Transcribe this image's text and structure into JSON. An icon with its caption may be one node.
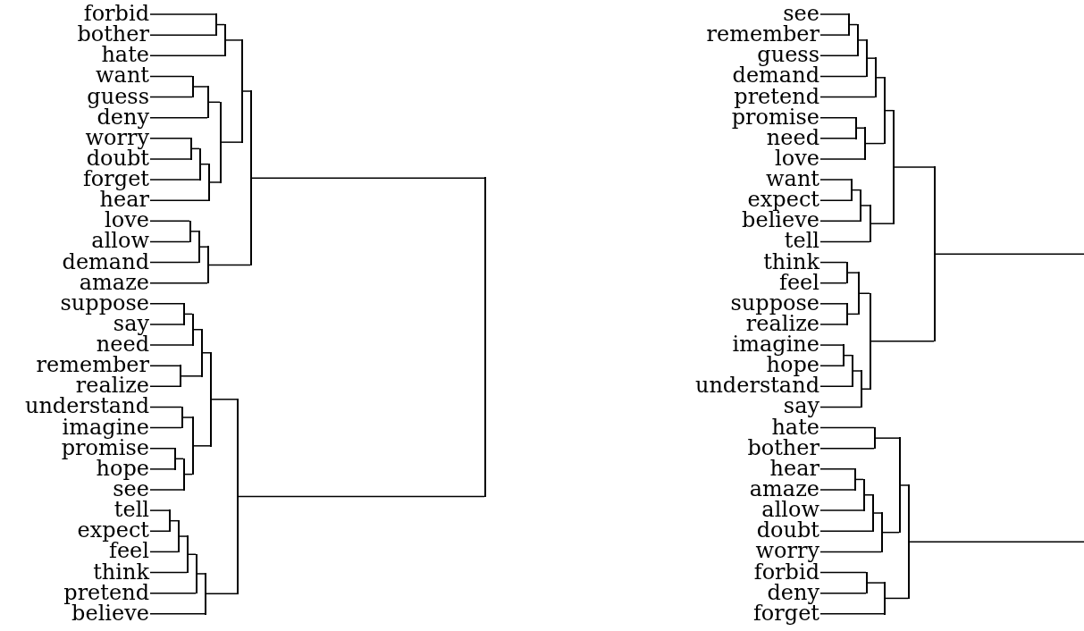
{
  "diagram": {
    "nodes": [
      {
        "text": [
          "forbid"
        ]
      },
      {
        "text": [
          "bother"
        ]
      },
      {
        "text": [
          "hate"
        ]
      },
      {
        "text": [
          "want"
        ]
      },
      {
        "text": [
          "guess"
        ]
      },
      {
        "text": [
          "deny"
        ]
      },
      {
        "text": [
          "worry"
        ]
      },
      {
        "text": [
          "doubt"
        ]
      },
      {
        "text": [
          "forget"
        ]
      },
      {
        "text": [
          "hear"
        ]
      },
      {
        "text": [
          "love"
        ]
      },
      {
        "text": [
          "allow"
        ]
      },
      {
        "text": [
          "demand"
        ]
      },
      {
        "text": [
          "amaze"
        ]
      },
      {
        "text": [
          "suppose"
        ]
      },
      {
        "text": [
          "say"
        ]
      },
      {
        "text": [
          "need"
        ]
      },
      {
        "text": [
          "remember"
        ]
      },
      {
        "text": [
          "realize"
        ]
      },
      {
        "text": [
          "understand"
        ]
      },
      {
        "text": [
          "imagine"
        ]
      },
      {
        "text": [
          "promise"
        ]
      },
      {
        "text": [
          "hope"
        ]
      },
      {
        "text": [
          "see"
        ]
      },
      {
        "text": [
          "tell"
        ]
      },
      {
        "text": [
          "expect"
        ]
      },
      {
        "text": [
          "feel"
        ]
      },
      {
        "text": [
          "think"
        ]
      },
      {
        "text": [
          "pretend"
        ]
      },
      {
        "text": [
          "believe"
        ]
      },
      {
        "text": [],
        "shape": "bar"
      },
      {
        "text": [],
        "shape": "bar"
      },
      {
        "text": [],
        "shape": "bar"
      },
      {
        "text": [],
        "shape": "bar"
      },
      {
        "text": [],
        "shape": "bar"
      },
      {
        "text": [],
        "shape": "bar"
      },
      {
        "text": [],
        "shape": "bar"
      },
      {
        "text": [],
        "shape": "bar"
      },
      {
        "text": [],
        "shape": "bar"
      },
      {
        "text": [],
        "shape": "bar"
      },
      {
        "text": [],
        "shape": "bar"
      },
      {
        "text": [],
        "shape": "bar"
      },
      {
        "text": [],
        "shape": "bar"
      },
      {
        "text": [],
        "shape": "bar"
      },
      {
        "text": [],
        "shape": "bar"
      },
      {
        "text": [],
        "shape": "bar"
      },
      {
        "text": [],
        "shape": "bar"
      },
      {
        "text": [],
        "shape": "bar"
      },
      {
        "text": [],
        "shape": "bar"
      },
      {
        "text": [],
        "shape": "bar"
      },
      {
        "text": [],
        "shape": "bar"
      },
      {
        "text": [],
        "shape": "bar"
      },
      {
        "text": [],
        "shape": "bar"
      },
      {
        "text": [],
        "shape": "bar"
      },
      {
        "text": [],
        "shape": "bar"
      },
      {
        "text": [],
        "shape": "bar"
      },
      {
        "text": [],
        "shape": "bar"
      },
      {
        "text": [],
        "shape": "bar"
      },
      {
        "text": [],
        "shape": "bar"
      },
      {
        "text": [
          "see"
        ]
      },
      {
        "text": [
          "remember"
        ]
      },
      {
        "text": [
          "guess"
        ]
      },
      {
        "text": [
          "demand"
        ]
      },
      {
        "text": [
          "pretend"
        ]
      },
      {
        "text": [
          "promise"
        ]
      },
      {
        "text": [
          "need"
        ]
      },
      {
        "text": [
          "love"
        ]
      },
      {
        "text": [
          "want"
        ]
      },
      {
        "text": [
          "expect"
        ]
      },
      {
        "text": [
          "believe"
        ]
      },
      {
        "text": [
          "tell"
        ]
      },
      {
        "text": [
          "think"
        ]
      },
      {
        "text": [
          "feel"
        ]
      },
      {
        "text": [
          "suppose"
        ]
      },
      {
        "text": [
          "realize"
        ]
      },
      {
        "text": [
          "imagine"
        ]
      },
      {
        "text": [
          "hope"
        ]
      },
      {
        "text": [
          "understand"
        ]
      },
      {
        "text": [
          "say"
        ]
      },
      {
        "text": [
          "hate"
        ]
      },
      {
        "text": [
          "bother"
        ]
      },
      {
        "text": [
          "hear"
        ]
      },
      {
        "text": [
          "amaze"
        ]
      },
      {
        "text": [
          "allow"
        ]
      },
      {
        "text": [
          "doubt"
        ]
      },
      {
        "text": [
          "worry"
        ]
      },
      {
        "text": [
          "forbid"
        ]
      },
      {
        "text": [
          "deny"
        ]
      },
      {
        "text": [
          "forget"
        ]
      },
      {
        "text": [],
        "shape": "bar"
      },
      {
        "text": [],
        "shape": "bar"
      },
      {
        "text": [],
        "shape": "bar"
      },
      {
        "text": [],
        "shape": "bar"
      },
      {
        "text": [],
        "shape": "bar"
      },
      {
        "text": [],
        "shape": "bar"
      },
      {
        "text": [],
        "shape": "bar"
      },
      {
        "text": [],
        "shape": "bar"
      },
      {
        "text": [],
        "shape": "bar"
      },
      {
        "text": [],
        "shape": "bar"
      },
      {
        "text": [],
        "shape": "bar"
      },
      {
        "text": [],
        "shape": "bar"
      },
      {
        "text": [],
        "shape": "bar"
      },
      {
        "text": [],
        "shape": "bar"
      },
      {
        "text": [],
        "shape": "bar"
      },
      {
        "text": [],
        "shape": "bar"
      },
      {
        "text": [],
        "shape": "bar"
      },
      {
        "text": [],
        "shape": "bar"
      },
      {
        "text": [],
        "shape": "bar"
      },
      {
        "text": [],
        "shape": "bar"
      },
      {
        "text": [],
        "shape": "bar"
      },
      {
        "text": [],
        "shape": "bar"
      },
      {
        "text": [],
        "shape": "bar"
      },
      {
        "text": [],
        "shape": "bar"
      },
      {
        "text": [],
        "shape": "bar"
      },
      {
        "text": [],
        "shape": "bar"
      },
      {
        "text": [],
        "shape": "bar"
      },
      {
        "text": [],
        "shape": "bar"
      }
    ],
    "edges": [
      {
        "from": 0,
        "to": 30,
        "arrow": "none"
      },
      {
        "from": 1,
        "to": 30,
        "arrow": "none"
      },
      {
        "from": 30,
        "to": 31,
        "arrow": "none"
      },
      {
        "from": 2,
        "to": 31,
        "arrow": "none"
      },
      {
        "from": 3,
        "to": 32,
        "arrow": "none"
      },
      {
        "from": 4,
        "to": 32,
        "arrow": "none"
      },
      {
        "from": 32,
        "to": 33,
        "arrow": "none"
      },
      {
        "from": 5,
        "to": 33,
        "arrow": "none"
      },
      {
        "from": 6,
        "to": 34,
        "arrow": "none"
      },
      {
        "from": 7,
        "to": 34,
        "arrow": "none"
      },
      {
        "from": 34,
        "to": 35,
        "arrow": "none"
      },
      {
        "from": 8,
        "to": 35,
        "arrow": "none"
      },
      {
        "from": 35,
        "to": 36,
        "arrow": "none"
      },
      {
        "from": 9,
        "to": 36,
        "arrow": "none"
      },
      {
        "from": 33,
        "to": 37,
        "arrow": "none"
      },
      {
        "from": 36,
        "to": 37,
        "arrow": "none"
      },
      {
        "from": 31,
        "to": 38,
        "arrow": "none"
      },
      {
        "from": 37,
        "to": 38,
        "arrow": "none"
      },
      {
        "from": 10,
        "to": 39,
        "arrow": "none"
      },
      {
        "from": 11,
        "to": 39,
        "arrow": "none"
      },
      {
        "from": 39,
        "to": 40,
        "arrow": "none"
      },
      {
        "from": 12,
        "to": 40,
        "arrow": "none"
      },
      {
        "from": 40,
        "to": 41,
        "arrow": "none"
      },
      {
        "from": 13,
        "to": 41,
        "arrow": "none"
      },
      {
        "from": 38,
        "to": 42,
        "arrow": "none"
      },
      {
        "from": 41,
        "to": 42,
        "arrow": "none"
      },
      {
        "from": 14,
        "to": 43,
        "arrow": "none"
      },
      {
        "from": 15,
        "to": 43,
        "arrow": "none"
      },
      {
        "from": 43,
        "to": 44,
        "arrow": "none"
      },
      {
        "from": 16,
        "to": 44,
        "arrow": "none"
      },
      {
        "from": 17,
        "to": 45,
        "arrow": "none"
      },
      {
        "from": 18,
        "to": 45,
        "arrow": "none"
      },
      {
        "from": 44,
        "to": 46,
        "arrow": "none"
      },
      {
        "from": 45,
        "to": 46,
        "arrow": "none"
      },
      {
        "from": 19,
        "to": 47,
        "arrow": "none"
      },
      {
        "from": 20,
        "to": 47,
        "arrow": "none"
      },
      {
        "from": 21,
        "to": 48,
        "arrow": "none"
      },
      {
        "from": 22,
        "to": 48,
        "arrow": "none"
      },
      {
        "from": 48,
        "to": 49,
        "arrow": "none"
      },
      {
        "from": 23,
        "to": 49,
        "arrow": "none"
      },
      {
        "from": 47,
        "to": 50,
        "arrow": "none"
      },
      {
        "from": 49,
        "to": 50,
        "arrow": "none"
      },
      {
        "from": 46,
        "to": 51,
        "arrow": "none"
      },
      {
        "from": 50,
        "to": 51,
        "arrow": "none"
      },
      {
        "from": 24,
        "to": 52,
        "arrow": "none"
      },
      {
        "from": 25,
        "to": 52,
        "arrow": "none"
      },
      {
        "from": 52,
        "to": 53,
        "arrow": "none"
      },
      {
        "from": 26,
        "to": 53,
        "arrow": "none"
      },
      {
        "from": 53,
        "to": 54,
        "arrow": "none"
      },
      {
        "from": 27,
        "to": 54,
        "arrow": "none"
      },
      {
        "from": 54,
        "to": 55,
        "arrow": "none"
      },
      {
        "from": 28,
        "to": 55,
        "arrow": "none"
      },
      {
        "from": 55,
        "to": 56,
        "arrow": "none"
      },
      {
        "from": 29,
        "to": 56,
        "arrow": "none"
      },
      {
        "from": 51,
        "to": 57,
        "arrow": "none"
      },
      {
        "from": 56,
        "to": 57,
        "arrow": "none"
      },
      {
        "from": 42,
        "to": 58,
        "arrow": "none"
      },
      {
        "from": 57,
        "to": 58,
        "arrow": "none"
      },
      {
        "from": 59,
        "to": 89,
        "arrow": "none"
      },
      {
        "from": 60,
        "to": 89,
        "arrow": "none"
      },
      {
        "from": 89,
        "to": 90,
        "arrow": "none"
      },
      {
        "from": 61,
        "to": 90,
        "arrow": "none"
      },
      {
        "from": 90,
        "to": 91,
        "arrow": "none"
      },
      {
        "from": 62,
        "to": 91,
        "arrow": "none"
      },
      {
        "from": 91,
        "to": 92,
        "arrow": "none"
      },
      {
        "from": 63,
        "to": 92,
        "arrow": "none"
      },
      {
        "from": 64,
        "to": 93,
        "arrow": "none"
      },
      {
        "from": 65,
        "to": 93,
        "arrow": "none"
      },
      {
        "from": 93,
        "to": 94,
        "arrow": "none"
      },
      {
        "from": 66,
        "to": 94,
        "arrow": "none"
      },
      {
        "from": 92,
        "to": 95,
        "arrow": "none"
      },
      {
        "from": 94,
        "to": 95,
        "arrow": "none"
      },
      {
        "from": 67,
        "to": 96,
        "arrow": "none"
      },
      {
        "from": 68,
        "to": 96,
        "arrow": "none"
      },
      {
        "from": 96,
        "to": 97,
        "arrow": "none"
      },
      {
        "from": 69,
        "to": 97,
        "arrow": "none"
      },
      {
        "from": 97,
        "to": 98,
        "arrow": "none"
      },
      {
        "from": 70,
        "to": 98,
        "arrow": "none"
      },
      {
        "from": 95,
        "to": 99,
        "arrow": "none"
      },
      {
        "from": 98,
        "to": 99,
        "arrow": "none"
      },
      {
        "from": 71,
        "to": 100,
        "arrow": "none"
      },
      {
        "from": 72,
        "to": 100,
        "arrow": "none"
      },
      {
        "from": 73,
        "to": 101,
        "arrow": "none"
      },
      {
        "from": 74,
        "to": 101,
        "arrow": "none"
      },
      {
        "from": 100,
        "to": 102,
        "arrow": "none"
      },
      {
        "from": 101,
        "to": 102,
        "arrow": "none"
      },
      {
        "from": 75,
        "to": 103,
        "arrow": "none"
      },
      {
        "from": 76,
        "to": 103,
        "arrow": "none"
      },
      {
        "from": 103,
        "to": 104,
        "arrow": "none"
      },
      {
        "from": 77,
        "to": 104,
        "arrow": "none"
      },
      {
        "from": 104,
        "to": 105,
        "arrow": "none"
      },
      {
        "from": 78,
        "to": 105,
        "arrow": "none"
      },
      {
        "from": 102,
        "to": 106,
        "arrow": "none"
      },
      {
        "from": 105,
        "to": 106,
        "arrow": "none"
      },
      {
        "from": 99,
        "to": 107,
        "arrow": "none"
      },
      {
        "from": 106,
        "to": 107,
        "arrow": "none"
      },
      {
        "from": 79,
        "to": 108,
        "arrow": "none"
      },
      {
        "from": 80,
        "to": 108,
        "arrow": "none"
      },
      {
        "from": 81,
        "to": 109,
        "arrow": "none"
      },
      {
        "from": 82,
        "to": 109,
        "arrow": "none"
      },
      {
        "from": 109,
        "to": 110,
        "arrow": "none"
      },
      {
        "from": 83,
        "to": 110,
        "arrow": "none"
      },
      {
        "from": 110,
        "to": 111,
        "arrow": "none"
      },
      {
        "from": 84,
        "to": 111,
        "arrow": "none"
      },
      {
        "from": 111,
        "to": 112,
        "arrow": "none"
      },
      {
        "from": 85,
        "to": 112,
        "arrow": "none"
      },
      {
        "from": 108,
        "to": 113,
        "arrow": "none"
      },
      {
        "from": 112,
        "to": 113,
        "arrow": "none"
      },
      {
        "from": 86,
        "to": 114,
        "arrow": "none"
      },
      {
        "from": 87,
        "to": 114,
        "arrow": "none"
      },
      {
        "from": 114,
        "to": 115,
        "arrow": "none"
      },
      {
        "from": 88,
        "to": 115,
        "arrow": "none"
      },
      {
        "from": 113,
        "to": 116,
        "arrow": "none"
      },
      {
        "from": 115,
        "to": 116,
        "arrow": "none"
      },
      {
        "from": 107,
        "to": null,
        "arrow": "none"
      },
      {
        "from": 116,
        "to": null,
        "arrow": "none"
      }
    ]
  }
}
